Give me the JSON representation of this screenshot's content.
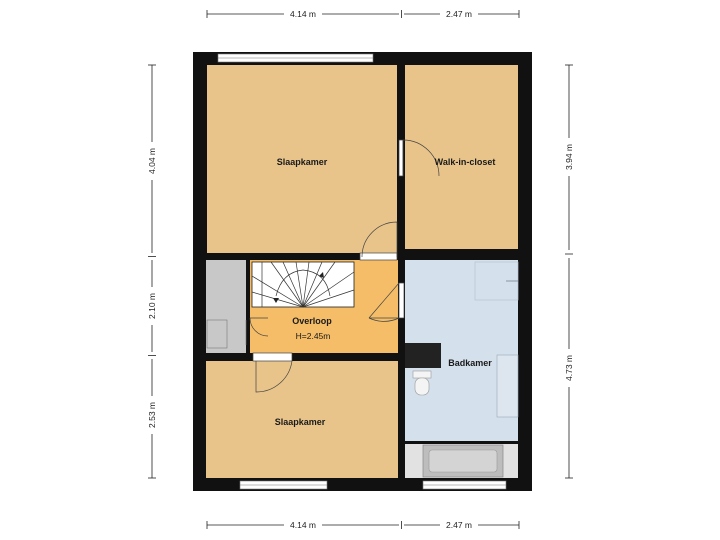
{
  "colors": {
    "room_bedroom": "#e8c48a",
    "room_landing": "#f5bd67",
    "room_bathroom": "#d4e0ec",
    "room_storage": "#c8c8c8",
    "wall": "#111111",
    "dimension_line": "#222222"
  },
  "rooms": {
    "bedroom_top": {
      "label": "Slaapkamer"
    },
    "walk_in_closet": {
      "label": "Walk-in-closet"
    },
    "landing": {
      "label": "Overloop",
      "height": "H=2.45m"
    },
    "bathroom": {
      "label": "Badkamer"
    },
    "bedroom_bottom": {
      "label": "Slaapkamer"
    }
  },
  "dimensions": {
    "top_left": "4.14 m",
    "top_right": "2.47 m",
    "bottom_left": "4.14 m",
    "bottom_right": "2.47 m",
    "left_top": "4.04 m",
    "left_middle": "2.10 m",
    "left_bottom": "2.53 m",
    "right_top": "3.94 m",
    "right_bottom": "4.73 m"
  }
}
